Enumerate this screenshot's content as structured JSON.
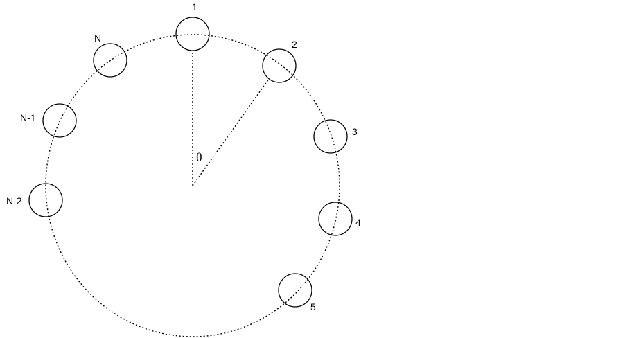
{
  "diagram": {
    "angle_label": "θ",
    "nodes": [
      {
        "label": "1"
      },
      {
        "label": "2"
      },
      {
        "label": "3"
      },
      {
        "label": "4"
      },
      {
        "label": "5"
      },
      {
        "label": "N-2"
      },
      {
        "label": "N-1"
      },
      {
        "label": "N"
      }
    ]
  }
}
